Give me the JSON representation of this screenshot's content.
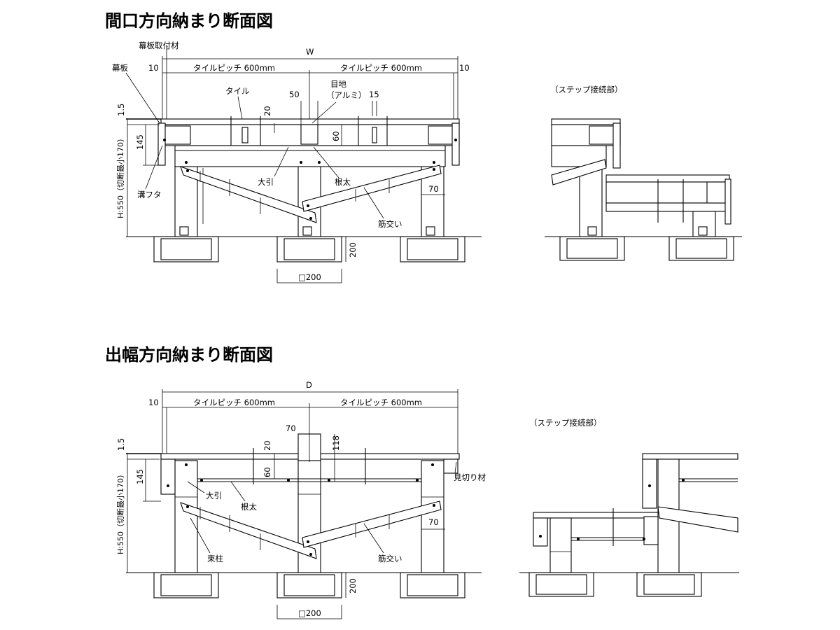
{
  "titles": {
    "frontage": "間口方向納まり断面図",
    "depth": "出幅方向納まり断面図"
  },
  "step_label": "（ステップ接続部）",
  "frontage": {
    "overall_label": "W",
    "end_margin": "10",
    "tile_pitch": "タイルピッチ 600mm",
    "thickness_top": "1.5",
    "height_145": "145",
    "height_note": "H:550（切断最小170）",
    "dim_50": "50",
    "dim_20": "20",
    "dim_15": "15",
    "dim_60": "60",
    "dim_70": "70",
    "dim_200": "200",
    "footing": "□200",
    "labels": {
      "makuita_fitting": "幕板取付材",
      "makuita": "幕板",
      "tile": "タイル",
      "joint": "目地",
      "joint_material": "（アルミ）",
      "ohbiki": "大引",
      "neda": "根太",
      "mizofuta": "溝フタ",
      "sujikai": "筋交い"
    }
  },
  "depth": {
    "overall_label": "D",
    "end_margin": "10",
    "tile_pitch": "タイルピッチ 600mm",
    "thickness_top": "1.5",
    "height_145": "145",
    "height_note": "H:550（切断最小170）",
    "dim_70a": "70",
    "dim_20": "20",
    "dim_118": "118",
    "dim_60": "60",
    "dim_70b": "70",
    "dim_200": "200",
    "footing": "□200",
    "labels": {
      "mikiri": "見切り材",
      "ohbiki": "大引",
      "neda": "根太",
      "tsukabashira": "束柱",
      "sujikai": "筋交い"
    }
  }
}
